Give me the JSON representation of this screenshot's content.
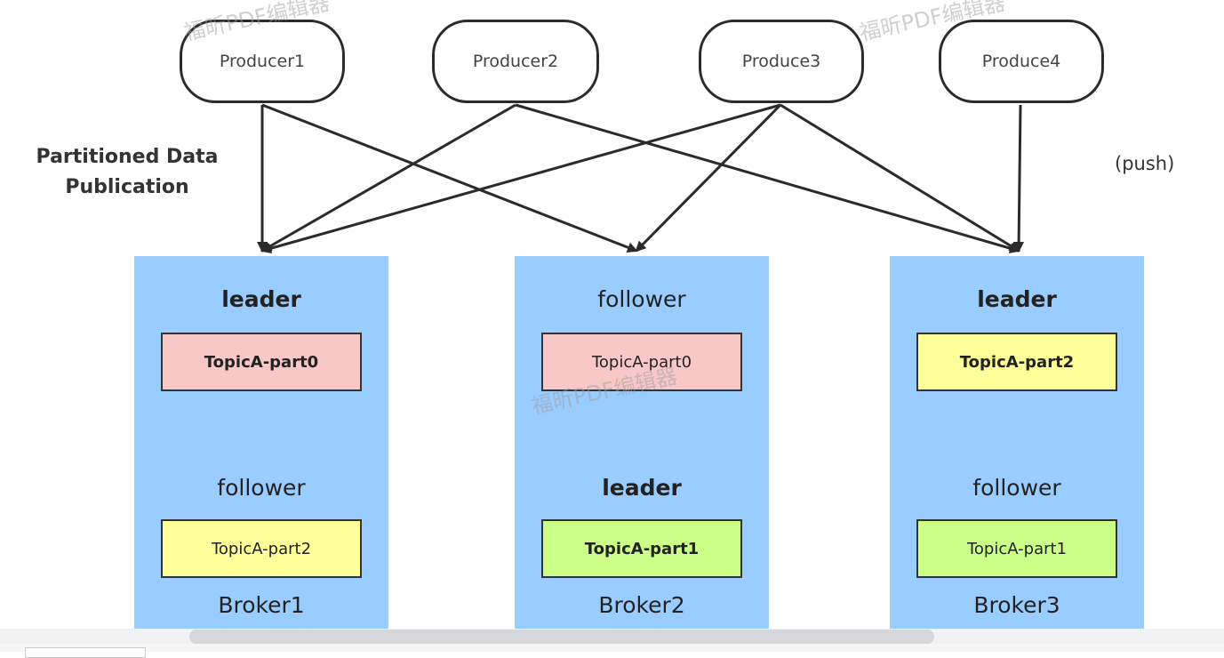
{
  "producers": [
    {
      "label": "Producer1"
    },
    {
      "label": "Producer2"
    },
    {
      "label": "Produce3"
    },
    {
      "label": "Produce4"
    }
  ],
  "left_label": {
    "line1": "Partitioned Data",
    "line2": "Publication"
  },
  "push_label": "(push)",
  "brokers": [
    {
      "name": "Broker1",
      "role_top": "leader",
      "part_top": "TopicA-part0",
      "role_bottom": "follower",
      "part_bottom": "TopicA-part2"
    },
    {
      "name": "Broker2",
      "role_top": "follower",
      "part_top": "TopicA-part0",
      "role_bottom": "leader",
      "part_bottom": "TopicA-part1"
    },
    {
      "name": "Broker3",
      "role_top": "leader",
      "part_top": "TopicA-part2",
      "role_bottom": "follower",
      "part_bottom": "TopicA-part1"
    }
  ],
  "watermark": "福昕PDF编辑器",
  "colors": {
    "broker": "#99ccff",
    "part0": "#f8c8c8",
    "part1": "#ccff88",
    "part2": "#ffff99"
  }
}
